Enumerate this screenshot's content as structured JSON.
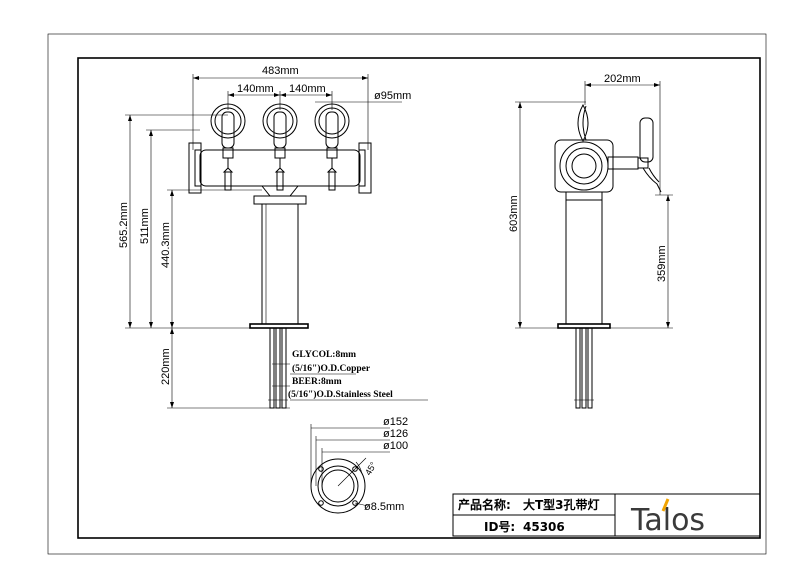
{
  "front_view": {
    "overall_width": "483mm",
    "spacing_left": "140mm",
    "spacing_right": "140mm",
    "medallion_dia": "ø95mm",
    "height_total": "565.2mm",
    "height_tap": "511mm",
    "height_column": "440.3mm",
    "shank_length": "220mm"
  },
  "side_view": {
    "depth": "202mm",
    "height_total": "603mm",
    "height_spout": "359mm"
  },
  "base_view": {
    "dia_outer": "ø152",
    "dia_bolt": "ø126",
    "dia_inner": "ø100",
    "angle": "45°",
    "hole": "ø8.5mm"
  },
  "notes": {
    "glycol": "GLYCOL:8mm",
    "glycol_spec": "(5/16\")O.D.Copper",
    "beer": "BEER:8mm",
    "beer_spec": "(5/16\")O.D.Stainless Steel"
  },
  "title_block": {
    "name_label": "产品名称:",
    "name_value": "大T型3孔带灯",
    "id_label": "ID号:",
    "id_value": "45306",
    "logo": "Talos"
  }
}
